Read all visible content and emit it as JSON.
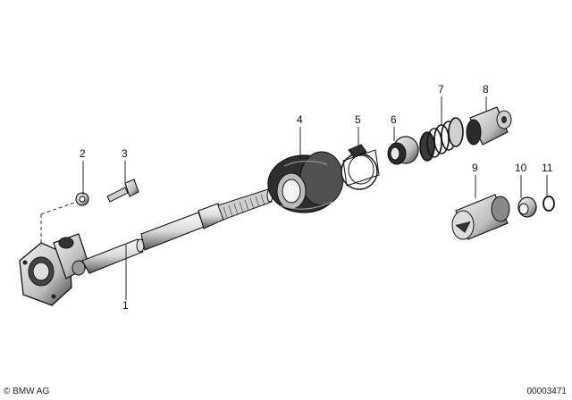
{
  "diagram": {
    "callouts": [
      "1",
      "2",
      "3",
      "4",
      "5",
      "6",
      "7",
      "8",
      "9",
      "10",
      "11"
    ],
    "copyright": "© BMW AG",
    "doc_number": "00003471"
  }
}
